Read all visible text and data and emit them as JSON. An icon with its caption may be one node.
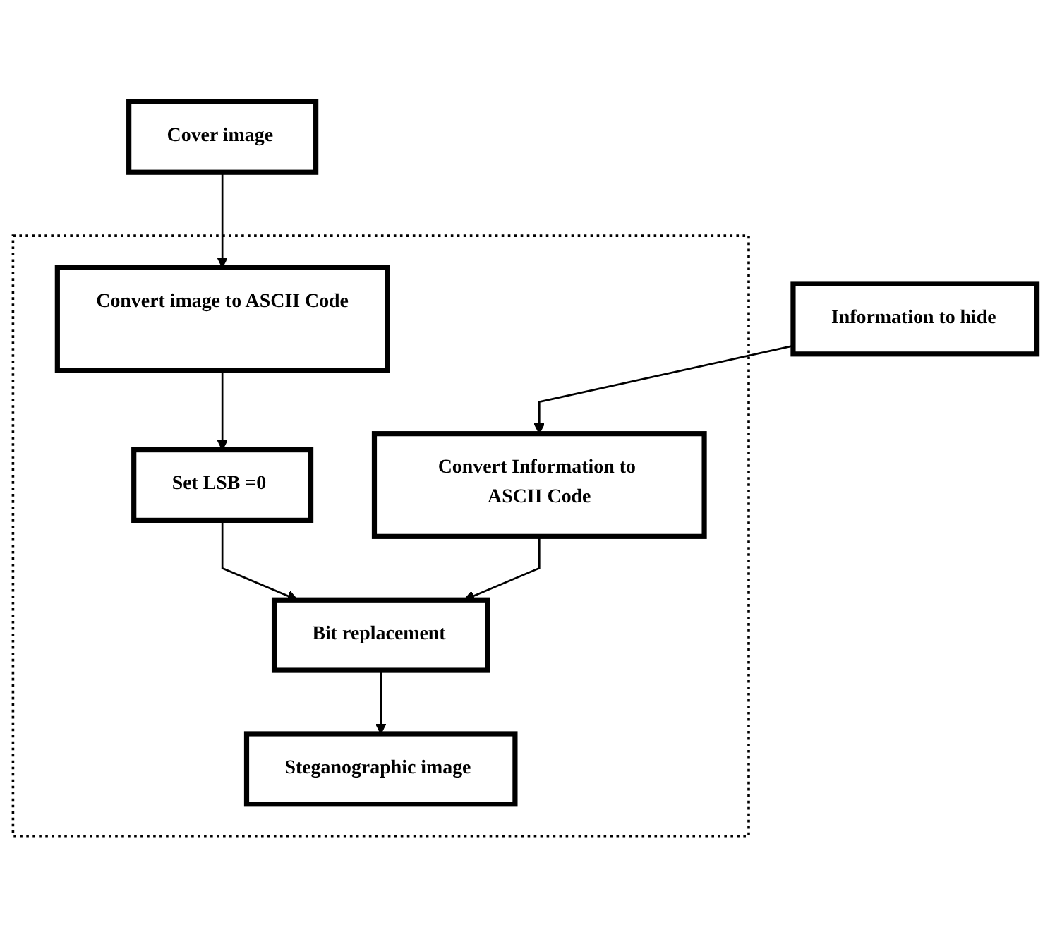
{
  "diagram": {
    "nodes": [
      {
        "text": [
          "Information to hide"
        ]
      },
      {
        "text": [
          "Cover image"
        ]
      },
      {
        "text": [],
        "shape": "box"
      },
      {
        "text": [
          "Convert Information to ASCII Code"
        ],
        "in": 2
      },
      {
        "text": [
          "Convert image to ASCII Code"
        ],
        "in": 2
      },
      {
        "text": [
          "Set LSB =0"
        ],
        "in": 2
      },
      {
        "text": [
          "Bit replacement"
        ],
        "in": 2
      },
      {
        "text": [
          "Steganographic image"
        ],
        "in": 2
      }
    ],
    "edges": [
      {
        "from": 0,
        "to": 3,
        "arrow": "to"
      },
      {
        "from": 1,
        "to": 4,
        "arrow": "to"
      },
      {
        "from": 4,
        "to": 5,
        "arrow": "to"
      },
      {
        "from": 5,
        "to": 6,
        "arrow": "to"
      },
      {
        "from": 3,
        "to": 6,
        "arrow": "to"
      },
      {
        "from": 6,
        "to": 7,
        "arrow": "to"
      }
    ]
  }
}
